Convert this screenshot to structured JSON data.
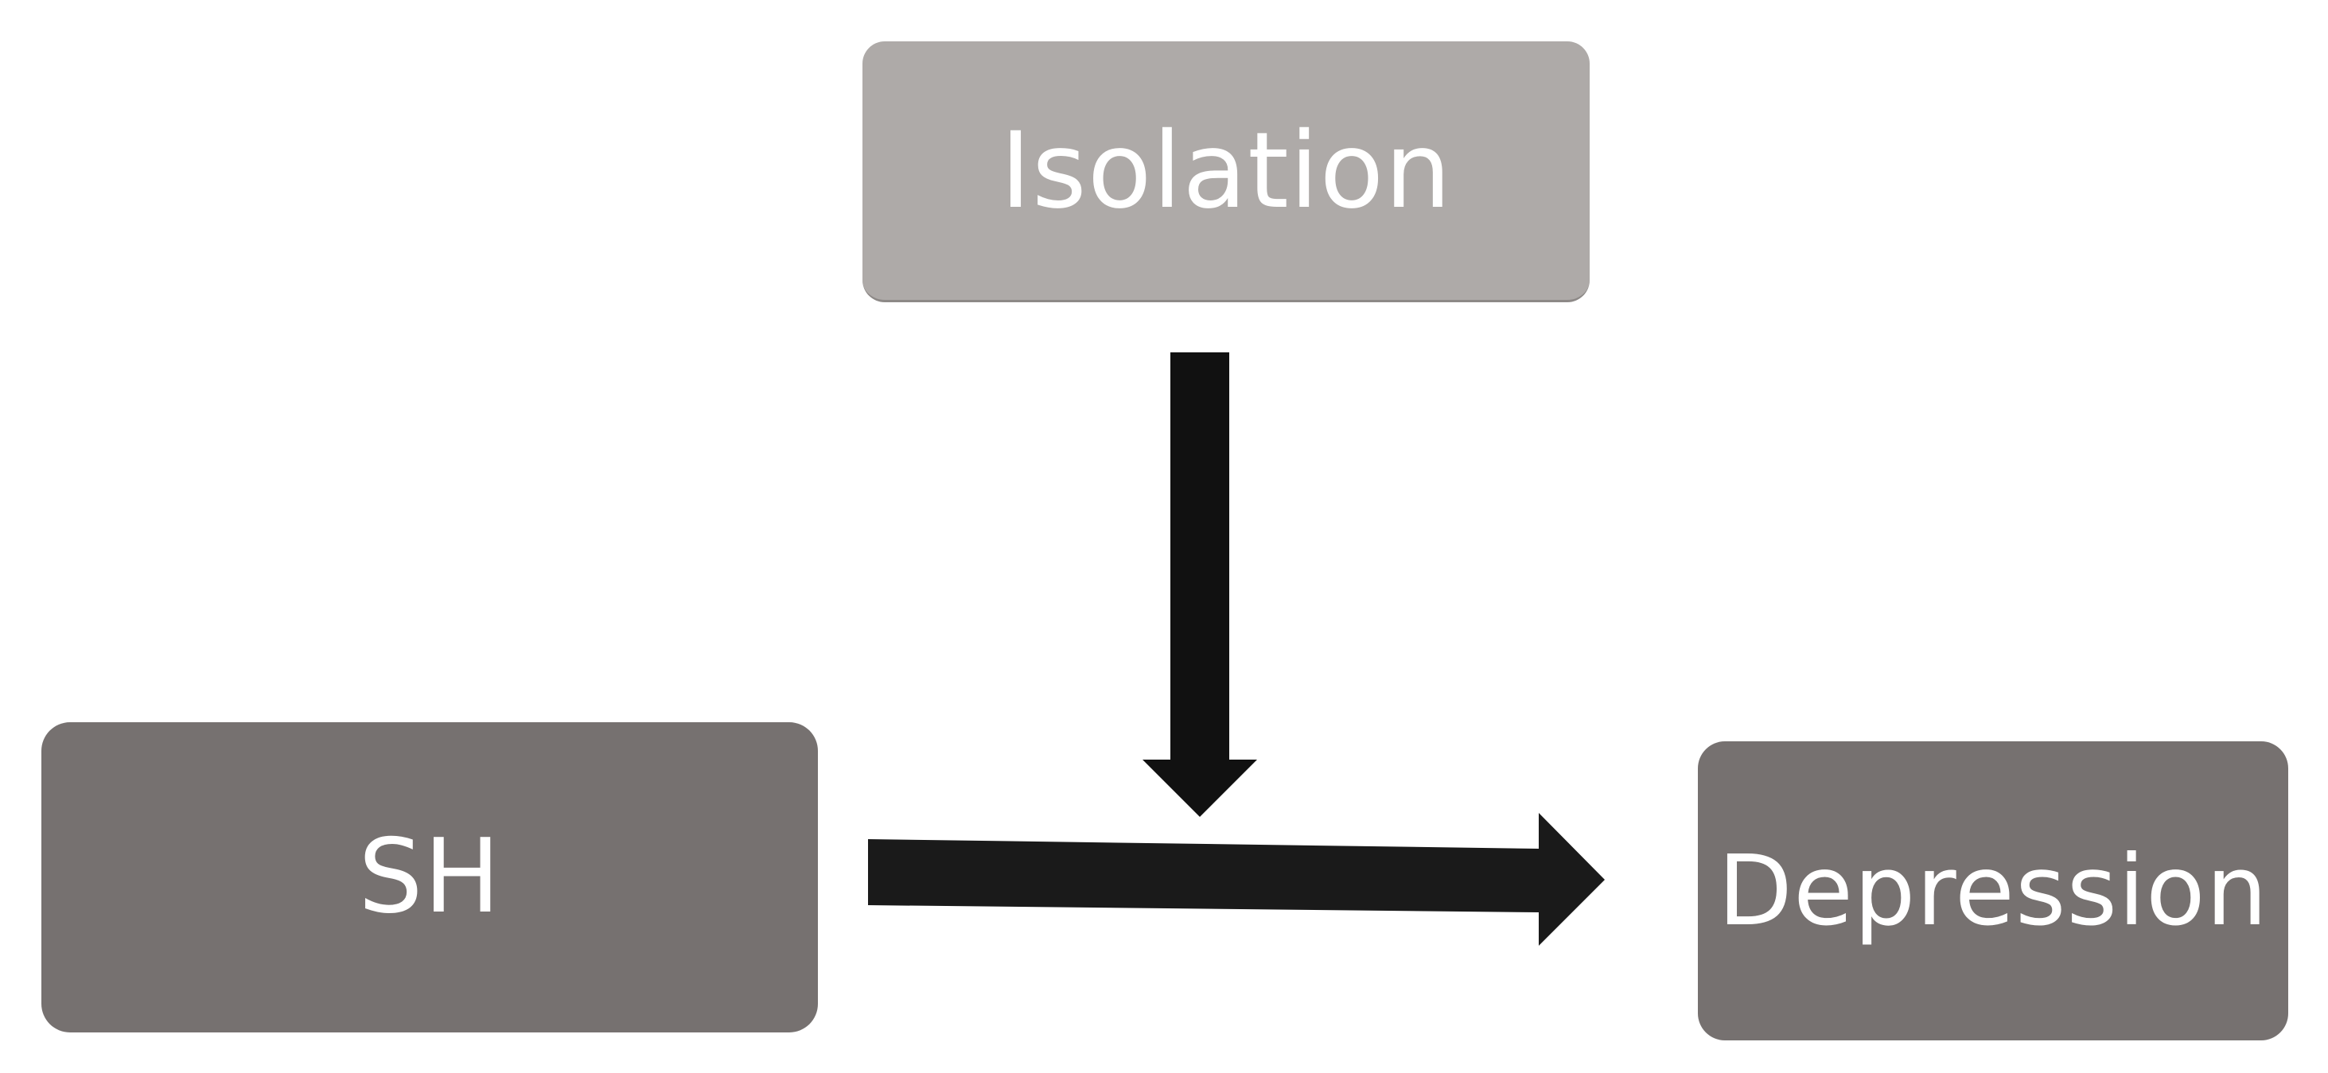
{
  "diagram": {
    "nodes": {
      "isolation": {
        "label": "Isolation",
        "color": "#aeaaa8"
      },
      "sh": {
        "label": "SH",
        "color": "#767170"
      },
      "depression": {
        "label": "Depression",
        "color": "#767170"
      }
    },
    "edges": [
      {
        "from": "sh",
        "to": "depression",
        "color": "#1a1a1a"
      },
      {
        "from": "isolation",
        "to": "sh-depression-edge",
        "color": "#111111"
      }
    ]
  }
}
